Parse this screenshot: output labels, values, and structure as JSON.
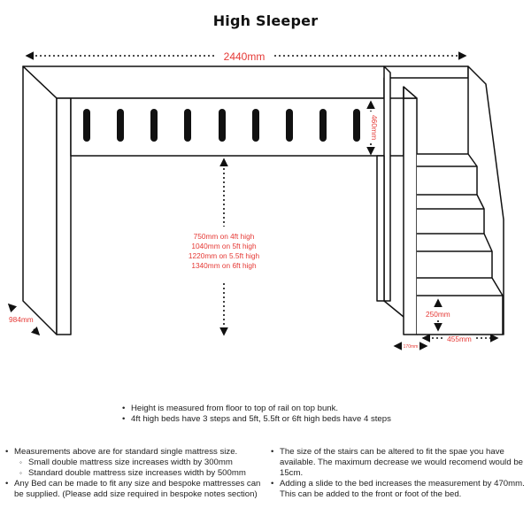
{
  "title": "High Sleeper",
  "dimensions": {
    "width": "2440mm",
    "rail_height": "460mm",
    "heights": [
      "750mm on 4ft high",
      "1040mm on 5ft high",
      "1220mm on 5.5ft high",
      "1340mm on 6ft high"
    ],
    "depth": "984mm",
    "step_height": "250mm",
    "stair_width": "455mm",
    "step_gap": "170mm"
  },
  "colors": {
    "accent": "#e53935",
    "line": "#111111"
  },
  "notes_center": [
    "Height is measured from floor to top of rail on top bunk.",
    "4ft high beds have 3 steps and 5ft, 5.5ft or 6ft high beds have 4 steps"
  ],
  "notes_left": {
    "items": [
      {
        "text": "Measurements above are for standard single mattress size.",
        "sub": [
          "Small double mattress size increases width by 300mm",
          "Standard double mattress size increases width by 500mm"
        ]
      },
      {
        "text": "Any Bed can be made to fit any size and bespoke mattresses can be supplied. (Please add size required in bespoke notes section)"
      }
    ]
  },
  "notes_right": [
    "The size of the stairs can be altered to fit the spae you have available. The maximum decrease we would recomend would be 15cm.",
    "Adding a slide to the bed increases the measurement by 470mm. This can be added to the front or foot of the bed."
  ]
}
